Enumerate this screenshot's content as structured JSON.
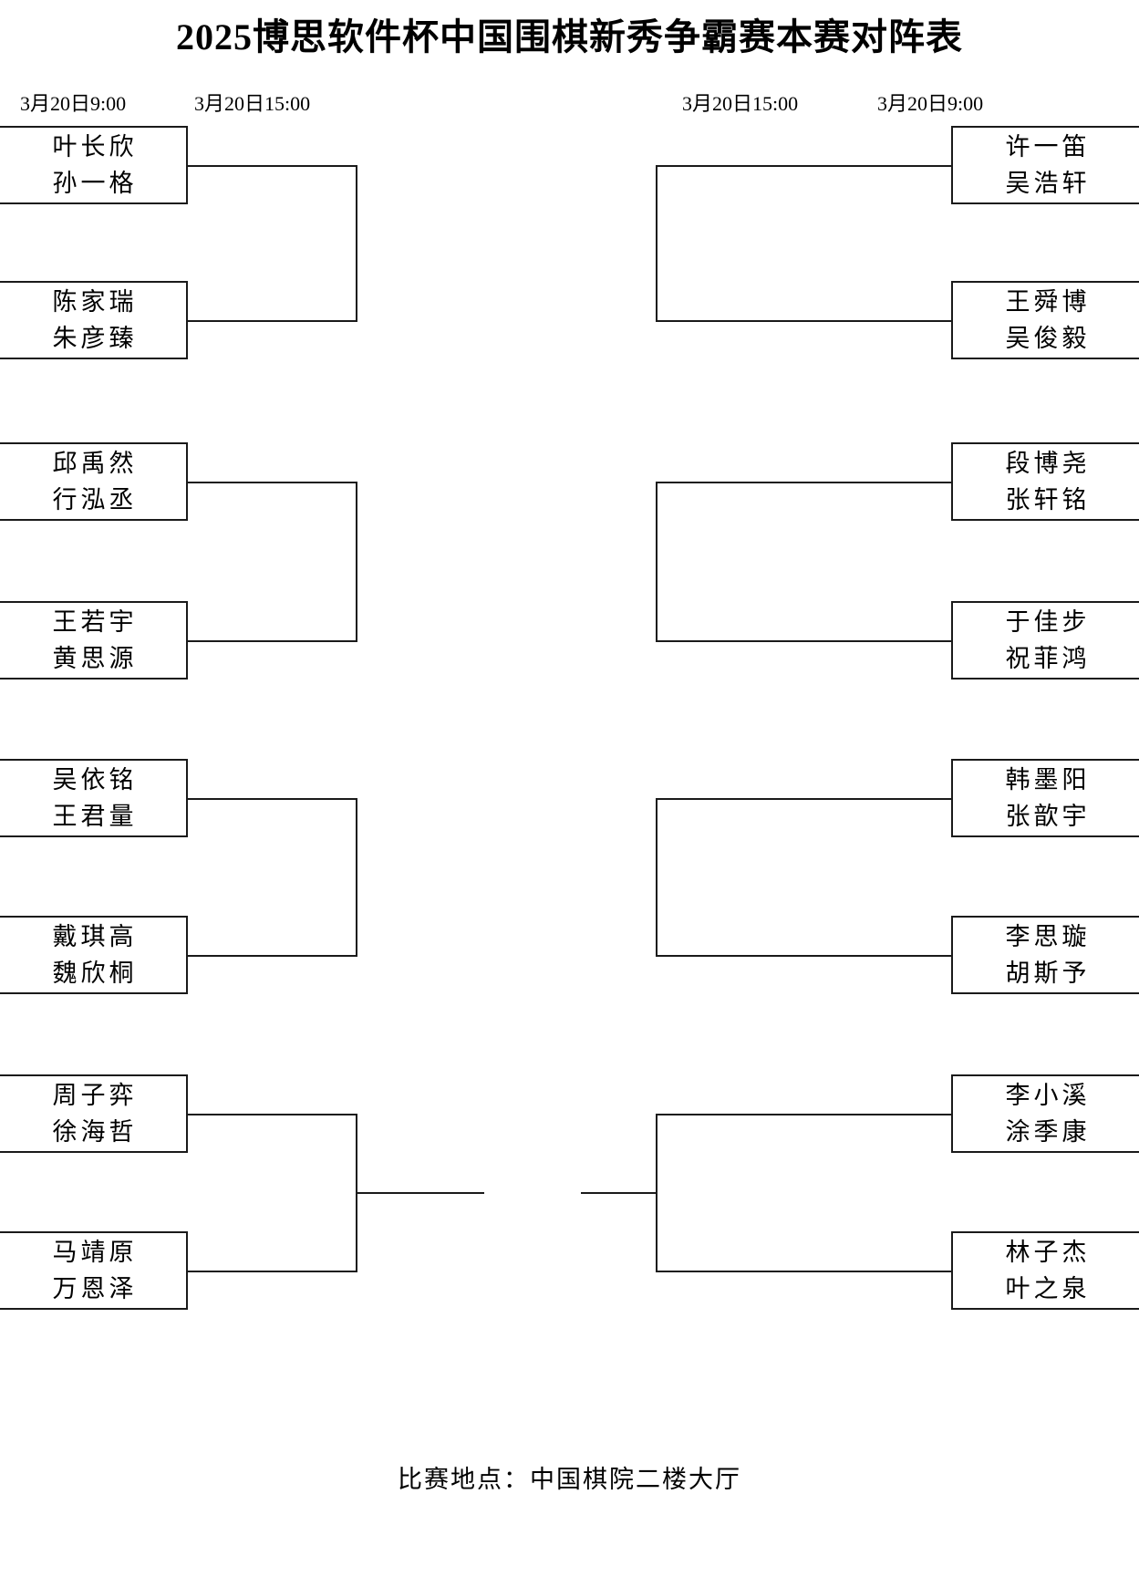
{
  "title": "2025博思软件杯中国围棋新秀争霸赛本赛对阵表",
  "footer": "比赛地点：中国棋院二楼大厅",
  "round_labels": {
    "left_round1": "3月20日9:00",
    "left_round2": "3月20日15:00",
    "right_round2": "3月20日15:00",
    "right_round1": "3月20日9:00"
  },
  "colors": {
    "line": "#1a1a1a",
    "background": "#ffffff",
    "text": "#000000"
  },
  "bracket": {
    "left": [
      {
        "player1": "叶长欣",
        "player2": "孙一格"
      },
      {
        "player1": "陈家瑞",
        "player2": "朱彦臻"
      },
      {
        "player1": "邱禹然",
        "player2": "行泓丞"
      },
      {
        "player1": "王若宇",
        "player2": "黄思源"
      },
      {
        "player1": "吴依铭",
        "player2": "王君量"
      },
      {
        "player1": "戴琪高",
        "player2": "魏欣桐"
      },
      {
        "player1": "周子弈",
        "player2": "徐海哲"
      },
      {
        "player1": "马靖原",
        "player2": "万恩泽"
      }
    ],
    "right": [
      {
        "player1": "许一笛",
        "player2": "吴浩轩"
      },
      {
        "player1": "王舜博",
        "player2": "吴俊毅"
      },
      {
        "player1": "段博尧",
        "player2": "张轩铭"
      },
      {
        "player1": "于佳步",
        "player2": "祝菲鸿"
      },
      {
        "player1": "韩墨阳",
        "player2": "张歆宇"
      },
      {
        "player1": "李思璇",
        "player2": "胡斯予"
      },
      {
        "player1": "李小溪",
        "player2": "涂季康"
      },
      {
        "player1": "林子杰",
        "player2": "叶之泉"
      }
    ]
  }
}
